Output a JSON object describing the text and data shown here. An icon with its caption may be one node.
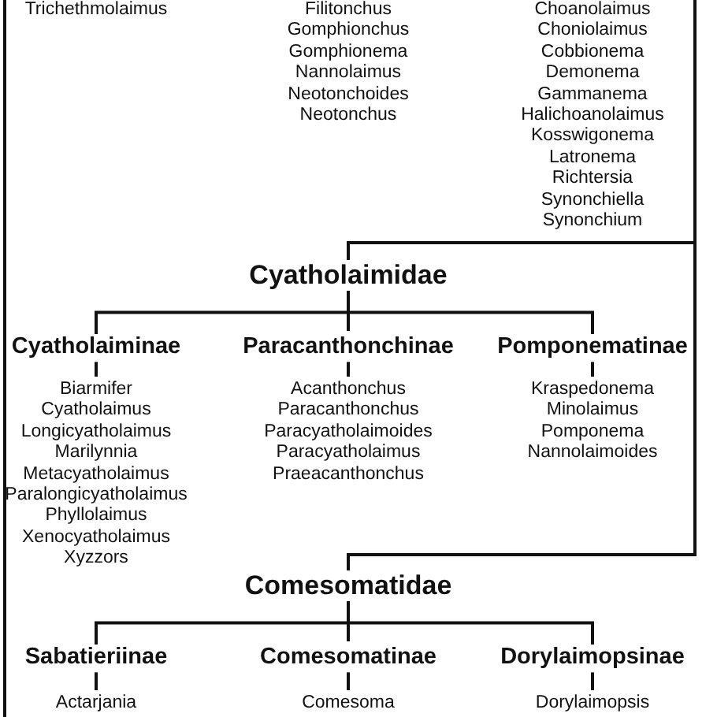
{
  "diagram": {
    "nodes": [
      {
        "text": [
          "Cyatholaimidae"
        ]
      },
      {
        "text": [
          "Cyatholaiminae"
        ]
      },
      {
        "text": [
          "Paracanthonchinae"
        ]
      },
      {
        "text": [
          "Pomponematinae"
        ]
      },
      {
        "text": [
          "Biarmifer",
          "Cyatholaimus",
          "Longicyatholaimus",
          "Marilynnia",
          "Metacyatholaimus",
          "Paralongicyatholaimus",
          "Phyllolaimus",
          "Xenocyatholaimus",
          "Xyzzors"
        ]
      },
      {
        "text": [
          "Acanthonchus",
          "Paracanthonchus",
          "Paracyatholaimoides",
          "Paracyatholaimus",
          "Praeacanthonchus"
        ]
      },
      {
        "text": [
          "Kraspedonema",
          "Minolaimus",
          "Pomponema",
          "Nannolaimoides"
        ]
      },
      {
        "text": [
          "Comesomatidae"
        ]
      },
      {
        "text": [
          "Sabatieriinae"
        ]
      },
      {
        "text": [
          "Comesomatinae"
        ]
      },
      {
        "text": [
          "Dorylaimopsinae"
        ]
      },
      {
        "text": [
          "Actarjania"
        ]
      },
      {
        "text": [
          "Comesoma"
        ]
      },
      {
        "text": [
          "Dorylaimopsis"
        ]
      }
    ],
    "edges": [
      {
        "from": null,
        "to": 0,
        "arrow": "none"
      },
      {
        "from": null,
        "to": 7,
        "arrow": "none"
      },
      {
        "from": 0,
        "to": 1,
        "arrow": "none"
      },
      {
        "from": 0,
        "to": 2,
        "arrow": "none"
      },
      {
        "from": 0,
        "to": 3,
        "arrow": "none"
      },
      {
        "from": 1,
        "to": 4,
        "arrow": "none"
      },
      {
        "from": 2,
        "to": 5,
        "arrow": "none"
      },
      {
        "from": 3,
        "to": 6,
        "arrow": "none"
      },
      {
        "from": 7,
        "to": 8,
        "arrow": "none"
      },
      {
        "from": 7,
        "to": 9,
        "arrow": "none"
      },
      {
        "from": 7,
        "to": 10,
        "arrow": "none"
      },
      {
        "from": 8,
        "to": 11,
        "arrow": "none"
      },
      {
        "from": 9,
        "to": 12,
        "arrow": "none"
      },
      {
        "from": 10,
        "to": 13,
        "arrow": "none"
      }
    ],
    "labels": [
      "Trichethmolaimus",
      "Filitonchus",
      "Gomphionchus",
      "Gomphionema",
      "Nannolaimus",
      "Neotonchoides",
      "Neotonchus",
      "Choanolaimus",
      "Choniolaimus",
      "Cobbionema",
      "Demonema",
      "Gammanema",
      "Halichoanolaimus",
      "Kosswigonema",
      "Latronema",
      "Richtersia",
      "Synonchiella",
      "Synonchium"
    ]
  }
}
